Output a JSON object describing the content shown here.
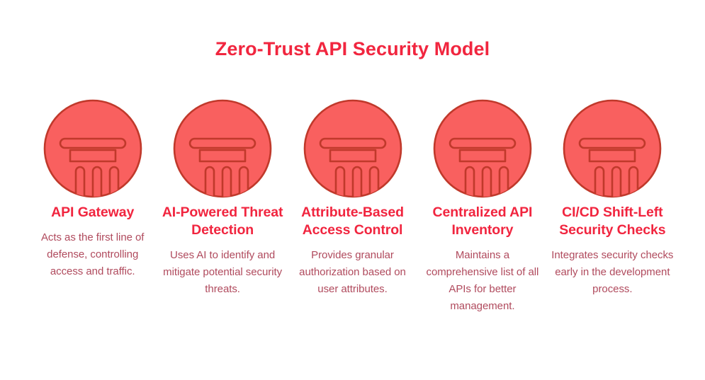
{
  "title": "Zero-Trust API Security Model",
  "colors": {
    "background": "#ffffff",
    "title_red": "#f1263f",
    "heading_red": "#f1253f",
    "body_red": "#b04a5d",
    "icon_fill": "#f9605f",
    "icon_stroke": "#c0392b",
    "icon_pillar_white": "#ffffff"
  },
  "cards": [
    {
      "icon": "pillar-icon",
      "heading": "API Gateway",
      "body": "Acts as the first line of defense, controlling access and traffic."
    },
    {
      "icon": "pillar-icon",
      "heading": "AI-Powered Threat Detection",
      "body": "Uses AI to identify and mitigate potential security threats."
    },
    {
      "icon": "pillar-icon",
      "heading": "Attribute-Based Access Control",
      "body": "Provides granular authorization based on user attributes."
    },
    {
      "icon": "pillar-icon",
      "heading": "Centralized API Inventory",
      "body": "Maintains a comprehensive list of all APIs for better management."
    },
    {
      "icon": "pillar-icon",
      "heading": "CI/CD Shift-Left Security Checks",
      "body": "Integrates security checks early in the development process."
    }
  ]
}
